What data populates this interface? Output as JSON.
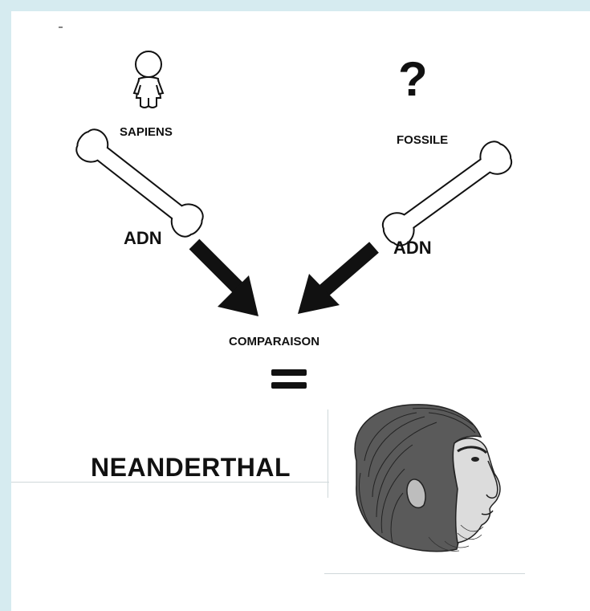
{
  "diagram": {
    "question_mark": "?",
    "sapiens_label": "SAPIENS",
    "fossile_label": "FOSSILE",
    "adn_left_label": "ADN",
    "adn_right_label": "ADN",
    "comparaison_label": "COMPARAISON",
    "result_label": "NEANDERTHAL"
  },
  "icons": {
    "human_figure": "person-outline-icon",
    "left_bone": "bone-icon",
    "right_bone": "bone-icon",
    "left_arrow": "arrow-down-right-icon",
    "right_arrow": "arrow-down-left-icon",
    "equals_sign": "equals-icon",
    "portrait": "neanderthal-head-illustration"
  },
  "colors": {
    "ink": "#111111",
    "frame": "#d6ebf0",
    "paper": "#ffffff"
  }
}
